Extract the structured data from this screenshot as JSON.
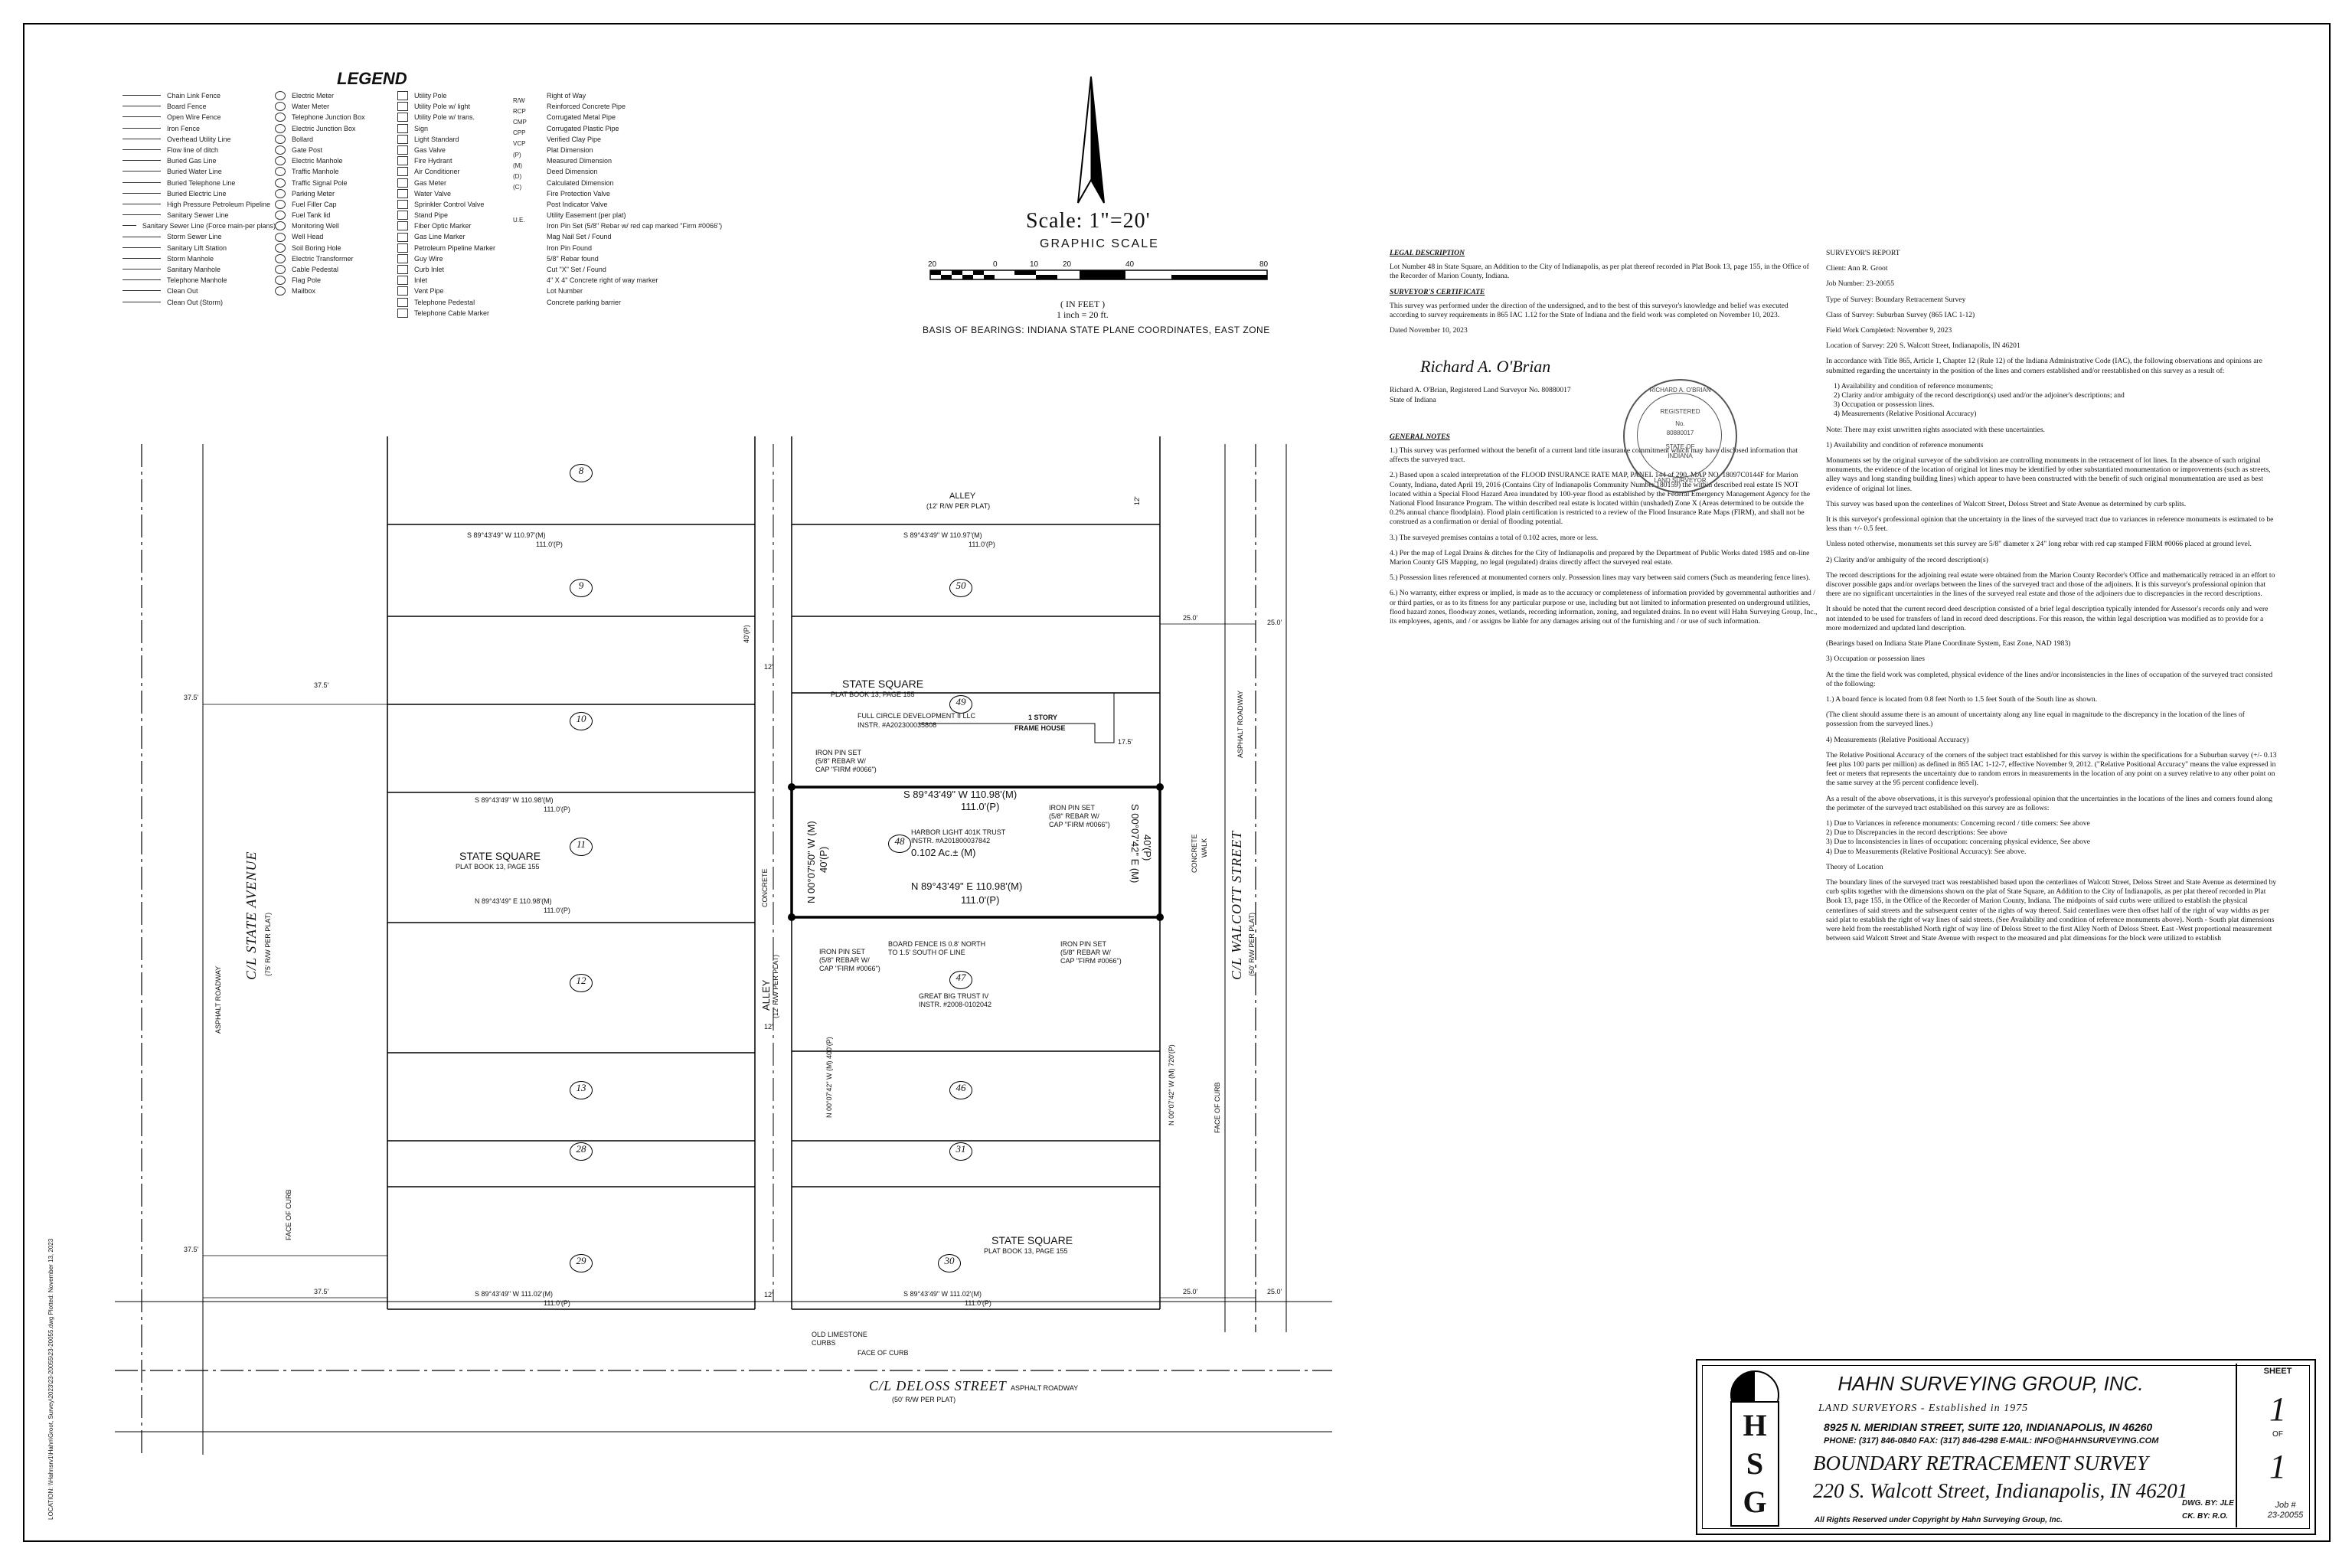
{
  "legend": {
    "title": "LEGEND",
    "col1": [
      "Chain Link Fence",
      "Board Fence",
      "Open Wire Fence",
      "Iron Fence",
      "Overhead Utility Line",
      "Flow line of ditch",
      "Buried Gas Line",
      "Buried Water Line",
      "Buried Telephone Line",
      "Buried Electric Line",
      "High Pressure Petroleum Pipeline",
      "Sanitary Sewer Line",
      "Sanitary Sewer Line (Force main-per plans)",
      "Storm Sewer Line",
      "Sanitary Lift Station",
      "Storm Manhole",
      "Sanitary Manhole",
      "Telephone Manhole",
      "Clean Out",
      "Clean Out (Storm)"
    ],
    "col2": [
      "Electric Meter",
      "Water Meter",
      "Telephone Junction Box",
      "Electric Junction Box",
      "Bollard",
      "Gate Post",
      "Electric Manhole",
      "Traffic Manhole",
      "Traffic Signal Pole",
      "Parking Meter",
      "Fuel Filler Cap",
      "Fuel Tank lid",
      "Monitoring Well",
      "Well Head",
      "Soil Boring Hole",
      "Electric Transformer",
      "Cable Pedestal",
      "Flag Pole",
      "Mailbox"
    ],
    "col3": [
      "Utility Pole",
      "Utility Pole w/ light",
      "Utility Pole w/ trans.",
      "Sign",
      "Light Standard",
      "Gas Valve",
      "Fire Hydrant",
      "Air Conditioner",
      "Gas Meter",
      "Water Valve",
      "Sprinkler Control Valve",
      "Stand Pipe",
      "Fiber Optic Marker",
      "Gas Line Marker",
      "Petroleum Pipeline Marker",
      "Guy Wire",
      "Curb Inlet",
      "Inlet",
      "Vent Pipe",
      "Telephone Pedestal",
      "Telephone Cable Marker"
    ],
    "col4": [
      "Right of Way",
      "Reinforced Concrete Pipe",
      "Corrugated Metal Pipe",
      "Corrugated Plastic Pipe",
      "Verified Clay Pipe",
      "Plat Dimension",
      "Measured Dimension",
      "Deed Dimension",
      "Calculated Dimension",
      "Fire Protection Valve",
      "Post Indicator Valve",
      "Utility Easement (per plat)",
      "Iron Pin Set (5/8\" Rebar w/ red cap marked \"Firm #0066\")",
      "Mag Nail Set / Found",
      "Iron Pin Found",
      "5/8\" Rebar found",
      "Cut \"X\" Set / Found",
      "4\" X 4\" Concrete right of way marker",
      "Lot Number",
      "Concrete parking barrier"
    ],
    "col4_abbr": [
      "R/W",
      "RCP",
      "CMP",
      "CPP",
      "VCP",
      "(P)",
      "(M)",
      "(D)",
      "(C)",
      "",
      "",
      "U.E.",
      "",
      "",
      "",
      "",
      "",
      "",
      "",
      ""
    ]
  },
  "scale": {
    "label": "Scale:  1\"=20'",
    "graphic": "GRAPHIC SCALE",
    "in_feet": "( IN FEET )",
    "inch_ft": "1 inch =  20  ft.",
    "ticks": [
      "20",
      "0",
      "10",
      "20",
      "40",
      "80"
    ],
    "basis": "BASIS OF BEARINGS: INDIANA STATE PLANE COORDINATES, EAST ZONE"
  },
  "plan": {
    "streets": {
      "state": "C/L STATE AVENUE",
      "state_rw": "(75' R/W PER PLAT)",
      "walcott": "C/L WALCOTT STREET",
      "walcott_rw": "(50' R/W PER PLAT)",
      "deloss": "C/L DELOSS STREET",
      "deloss_rw": "(50' R/W PER PLAT)",
      "alley_top": "ALLEY",
      "alley_top_rw": "(12' R/W PER PLAT)",
      "alley_mid": "ALLEY",
      "alley_mid_rw": "(12' R/W PER PLAT)"
    },
    "state_square_1": "STATE SQUARE",
    "state_square_1b": "PLAT BOOK 13, PAGE 155",
    "state_square_2": "STATE SQUARE",
    "state_square_2b": "PLAT BOOK 13, PAGE 155",
    "state_square_3": "STATE SQUARE",
    "state_square_3b": "PLAT BOOK 13, PAGE 155",
    "lots_left": [
      "8",
      "9",
      "10",
      "11",
      "12",
      "13",
      "28",
      "29"
    ],
    "lots_right": [
      "50",
      "49",
      "48",
      "47",
      "46",
      "31",
      "30"
    ],
    "bearings": {
      "b1": "S 89°43'49\" W  110.97'(M)",
      "b1p": "111.0'(P)",
      "b2": "S 89°43'49\" W  110.98'(M)",
      "b2p": "111.0'(P)",
      "b3": "N 89°43'49\" E  110.98'(M)",
      "b3p": "111.0'(P)",
      "b4": "S 89°43'49\" W  111.02'(M)",
      "b4p": "111.0'(P)",
      "r1": "S 89°43'49\" W  110.97'(M)",
      "r1p": "111.0'(P)",
      "r2": "S 89°43'49\"  W  110.98'(M)",
      "r2p": "111.0'(P)",
      "r3": "N 89°43'49\"  E  110.98'(M)",
      "r3p": "111.0'(P)",
      "r4": "S 89°43'49\" W  111.02'(M)",
      "r4p": "111.0'(P)",
      "w_side": "N 00°07'50\" W (M)",
      "w_side2": "40'(P)",
      "e_side": "S 00°07'42\" E (M)",
      "e_side2": "40'(P)",
      "lower_w": "N 00°07'42\" W (M) 400'(P)",
      "lower_e": "N 00°07'42\" W (M) 720'(P)"
    },
    "dims": {
      "d375": "37.5'",
      "d375b": "37.5'",
      "d375c": "37.5'",
      "d375d": "37.5'",
      "d12a": "12'",
      "d12b": "12'",
      "d12c": "12'",
      "d12d": "12'",
      "d25a": "25.0'",
      "d25b": "25.0'",
      "d25c": "25.0'",
      "d25d": "25.0'",
      "d40": "40'(P)",
      "d175": "17.5'"
    },
    "owners": {
      "o49a": "FULL CIRCLE DEVELOPMENT II LLC",
      "o49b": "INSTR. #A202300035808",
      "o48a": "HARBOR LIGHT 401K TRUST",
      "o48b": "INSTR. #A201800037842",
      "o48c": "0.102 Ac.± (M)",
      "o47a": "GREAT BIG TRUST IV",
      "o47b": "INSTR. #2008-0102042"
    },
    "house": "1 STORY",
    "house2": "FRAME HOUSE",
    "pins": {
      "p1": "IRON PIN SET",
      "p1b": "(5/8\" REBAR W/",
      "p1c": "CAP \"FIRM #0066\")",
      "p2": "IRON PIN SET",
      "p2b": "(5/8\" REBAR W/",
      "p2c": "CAP \"FIRM #0066\")",
      "p3": "IRON PIN SET",
      "p3b": "(5/8\" REBAR W/",
      "p3c": "CAP \"FIRM #0066\")",
      "p4": "IRON PIN SET",
      "p4b": "(5/8\" REBAR W/",
      "p4c": "CAP \"FIRM #0066\")",
      "fence": "BOARD FENCE IS 0.8' NORTH",
      "fence2": "TO 1.5' SOUTH OF LINE"
    },
    "misc": {
      "concrete": "CONCRETE",
      "walk": "WALK",
      "face_curb": "FACE OF CURB",
      "face_curb2": "FACE OF CURB",
      "face_curb3": "FACE OF CURB",
      "asphalt": "ASPHALT ROADWAY",
      "asphalt2": "ASPHALT ROADWAY",
      "asphalt3": "ASPHALT ROADWAY",
      "old_limestone": "OLD LIMESTONE",
      "curbs": "CURBS"
    }
  },
  "legal": {
    "h1": "LEGAL DESCRIPTION",
    "p1": "Lot Number 48 in State Square, an Addition to the City of Indianapolis, as per plat thereof recorded in Plat Book 13, page 155, in the Office of the Recorder of Marion County, Indiana.",
    "h2": "SURVEYOR'S CERTIFICATE",
    "p2": "This survey was performed under the direction of the undersigned, and to the best of this surveyor's knowledge and belief was executed according to survey requirements in 865 IAC 1.12 for the State of Indiana and the field work was completed on November 10, 2023.",
    "dated": "Dated November 10, 2023",
    "signature": "Richard A. O'Brian",
    "signer": "Richard A. O'Brian, Registered Land Surveyor No. 80880017",
    "state": "State of Indiana",
    "seal_top": "RICHARD A. O'BRIAN",
    "seal_reg": "REGISTERED",
    "seal_no": "No.",
    "seal_num": "80880017",
    "seal_state": "STATE OF",
    "seal_ind": "INDIANA",
    "seal_bot": "LAND SURVEYOR",
    "h3": "GENERAL NOTES",
    "n1": "1.) This survey was performed without the benefit of a current land title insurance commitment which may have disclosed information that affects the surveyed tract.",
    "n2": "2.) Based upon a scaled interpretation of the FLOOD INSURANCE RATE MAP, PANEL 144 of 290, MAP NO. 18097C0144F for Marion County, Indiana, dated April 19, 2016 (Contains City of Indianapolis Community Number 180159) the within described real estate IS NOT located within a Special Flood Hazard Area inundated by 100-year flood as established by the Federal Emergency Management Agency for the National Flood Insurance Program. The within described real estate is located within (unshaded) Zone X (Areas determined to be outside the 0.2% annual chance floodplain). Flood plain certification is restricted to a review of the Flood Insurance Rate Maps (FIRM), and shall not be construed as a confirmation or denial of flooding potential.",
    "n3": "3.) The surveyed premises contains a total of 0.102 acres, more or less.",
    "n4": "4.) Per the map of Legal Drains & ditches for the City of Indianapolis and prepared by the Department of Public Works dated 1985 and on-line Marion County GIS Mapping, no legal (regulated) drains directly affect the surveyed real estate.",
    "n5": "5.) Possession lines referenced at monumented corners only. Possession lines may vary between said corners (Such as meandering fence lines).",
    "n6": "6.) No warranty, either express or implied, is made as to the accuracy or completeness of information provided by governmental authorities and / or third parties, or as to its fitness for any particular purpose or use, including but not limited to information presented on underground utilities, flood hazard zones, floodway zones, wetlands, recording information, zoning, and regulated drains. In no event will Hahn Surveying Group, Inc., its employees, agents, and / or assigns be liable for any damages arising out of the furnishing and / or use of such information."
  },
  "report": {
    "h": "SURVEYOR'S REPORT",
    "lines": [
      "Client: Ann R. Groot",
      "Job Number: 23-20055",
      "Type of Survey: Boundary Retracement Survey",
      "Class of Survey: Suburban Survey (865 IAC 1-12)",
      "Field Work Completed: November 9, 2023",
      "Location of Survey: 220 S. Walcott Street, Indianapolis, IN 46201"
    ],
    "intro": "In accordance with Title 865, Article 1, Chapter 12 (Rule 12) of the Indiana Administrative Code (IAC), the following observations and opinions are submitted regarding the uncertainty in the position of the lines and corners established and/or reestablished on this survey as a result of:",
    "list": [
      "1) Availability and condition of reference monuments;",
      "2) Clarity and/or ambiguity of the record description(s) used and/or the adjoiner's descriptions; and",
      "3) Occupation or possession lines.",
      "4) Measurements (Relative Positional Accuracy)"
    ],
    "note": "Note: There may exist unwritten rights associated with these uncertainties.",
    "s1": "1) Availability and condition of reference monuments",
    "s1p1": "Monuments set by the original surveyor of the subdivision are controlling monuments in the retracement of lot lines. In the absence of such original monuments, the evidence of the location of original lot lines may be identified by other substantiated monumentation or improvements (such as streets, alley ways and long standing building lines) which appear to have been constructed with the benefit of such original monumentation are used as best evidence of original lot lines.",
    "s1p2": "This survey was based upon the centerlines of Walcott Street, Deloss Street and State Avenue as determined by curb splits.",
    "s1p3": "It is this surveyor's professional opinion that the uncertainty in the lines of the surveyed tract due to variances in reference monuments is estimated to be less than +/- 0.5 feet.",
    "s1p4": "Unless noted otherwise, monuments set this survey are 5/8\" diameter x 24\" long rebar with red cap stamped FIRM #0066 placed at ground level.",
    "s2": "2) Clarity and/or ambiguity of the record description(s)",
    "s2p1": "The record descriptions for the adjoining real estate were obtained from the Marion County Recorder's Office and mathematically retraced in an effort to discover possible gaps and/or overlaps between the lines of the surveyed tract and those of the adjoiners. It is this surveyor's professional opinion that there are no significant uncertainties in the lines of the surveyed real estate and those of the adjoiners due to discrepancies in the record descriptions.",
    "s2p2": "It should be noted that the current record deed description consisted of a brief legal description typically intended for Assessor's records only and were not intended to be used for transfers of land in record deed descriptions. For this reason, the within legal description was modified as to provide for a more modernized and updated land description.",
    "s2p3": "(Bearings based on Indiana State Plane Coordinate System, East Zone, NAD 1983)",
    "s3": "3) Occupation or possession lines",
    "s3p1": "At the time the field work was completed, physical evidence of the lines and/or inconsistencies in the lines of occupation of the surveyed tract consisted of the following:",
    "s3p2": "1.) A board fence is located from 0.8 feet North to 1.5 feet South of the South line as shown.",
    "s3p3": "(The client should assume there is an amount of uncertainty along any line equal in magnitude to the discrepancy in the location of the lines of possession from the surveyed lines.)",
    "s4": "4) Measurements (Relative Positional Accuracy)",
    "s4p1": "The Relative Positional Accuracy of the corners of the subject tract established for this survey is within the specifications for a Suburban survey (+/- 0.13 feet plus 100 parts per million) as defined in 865 IAC 1-12-7, effective November 9, 2012. (\"Relative Positional Accuracy\" means the value expressed in feet or meters that represents the uncertainty due to random errors in measurements in the location of any point on a survey relative to any other point on the same survey at the 95 percent confidence level).",
    "s4p2": "As a result of the above observations, it is this surveyor's professional opinion that the uncertainties in the locations of the lines and corners found along the perimeter of the surveyed tract established on this survey are as follows:",
    "s4list": [
      "1) Due to Variances in reference monuments: Concerning record / title corners: See above",
      "2) Due to Discrepancies in the record descriptions: See above",
      "3) Due to Inconsistencies in lines of occupation: concerning physical evidence, See above",
      "4) Due to Measurements (Relative Positional Accuracy): See above."
    ],
    "s5": "Theory of Location",
    "s5p1": "The boundary lines of the surveyed tract was reestablished based upon the centerlines of Walcott Street, Deloss Street and State Avenue as determined by curb splits together with the dimensions shown on the plat of State Square, an Addition to the City of Indianapolis, as per plat thereof recorded in Plat Book 13, page 155, in the Office of the Recorder of Marion County, Indiana. The midpoints of said curbs were utilized to establish the physical centerlines of said streets and the subsequent center of the rights of way thereof. Said centerlines were then offset half of the right of way widths as per said plat to establish the right of way lines of said streets. (See Availability and condition of reference monuments above). North - South plat dimensions were held from the reestablished North right of way line of Deloss Street to the first Alley North of Deloss Street. East -West proportional measurement between said Walcott Street and State Avenue with respect to the measured and plat dimensions for the block were utilized to establish"
  },
  "title_block": {
    "company": "HAHN SURVEYING GROUP, INC.",
    "tagline": "LAND SURVEYORS - Established in 1975",
    "address": "8925 N. MERIDIAN STREET, SUITE 120, INDIANAPOLIS, IN 46260",
    "phone": "PHONE: (317) 846-0840  FAX: (317) 846-4298  E-MAIL: INFO@HAHNSURVEYING.COM",
    "survey_type": "BOUNDARY RETRACEMENT SURVEY",
    "address_site": "220 S. Walcott Street, Indianapolis, IN 46201",
    "rights": "All Rights Reserved under Copyright by Hahn Surveying Group, Inc.",
    "logo_h": "H",
    "logo_s": "S",
    "logo_g": "G",
    "sheet": "SHEET",
    "sheet_no": "1",
    "of": "OF",
    "sheet_total": "1",
    "dwg": "DWG. BY: JLE",
    "ck": "CK. BY: R.O.",
    "job": "Job #",
    "job_no": "23-20055"
  },
  "sidefile": "LOCATION: \\\\Hahnsrv1\\Hahn\\Groot, Survey\\2023\\23-20055\\23-20055.dwg  Plotted: November 13, 2023"
}
